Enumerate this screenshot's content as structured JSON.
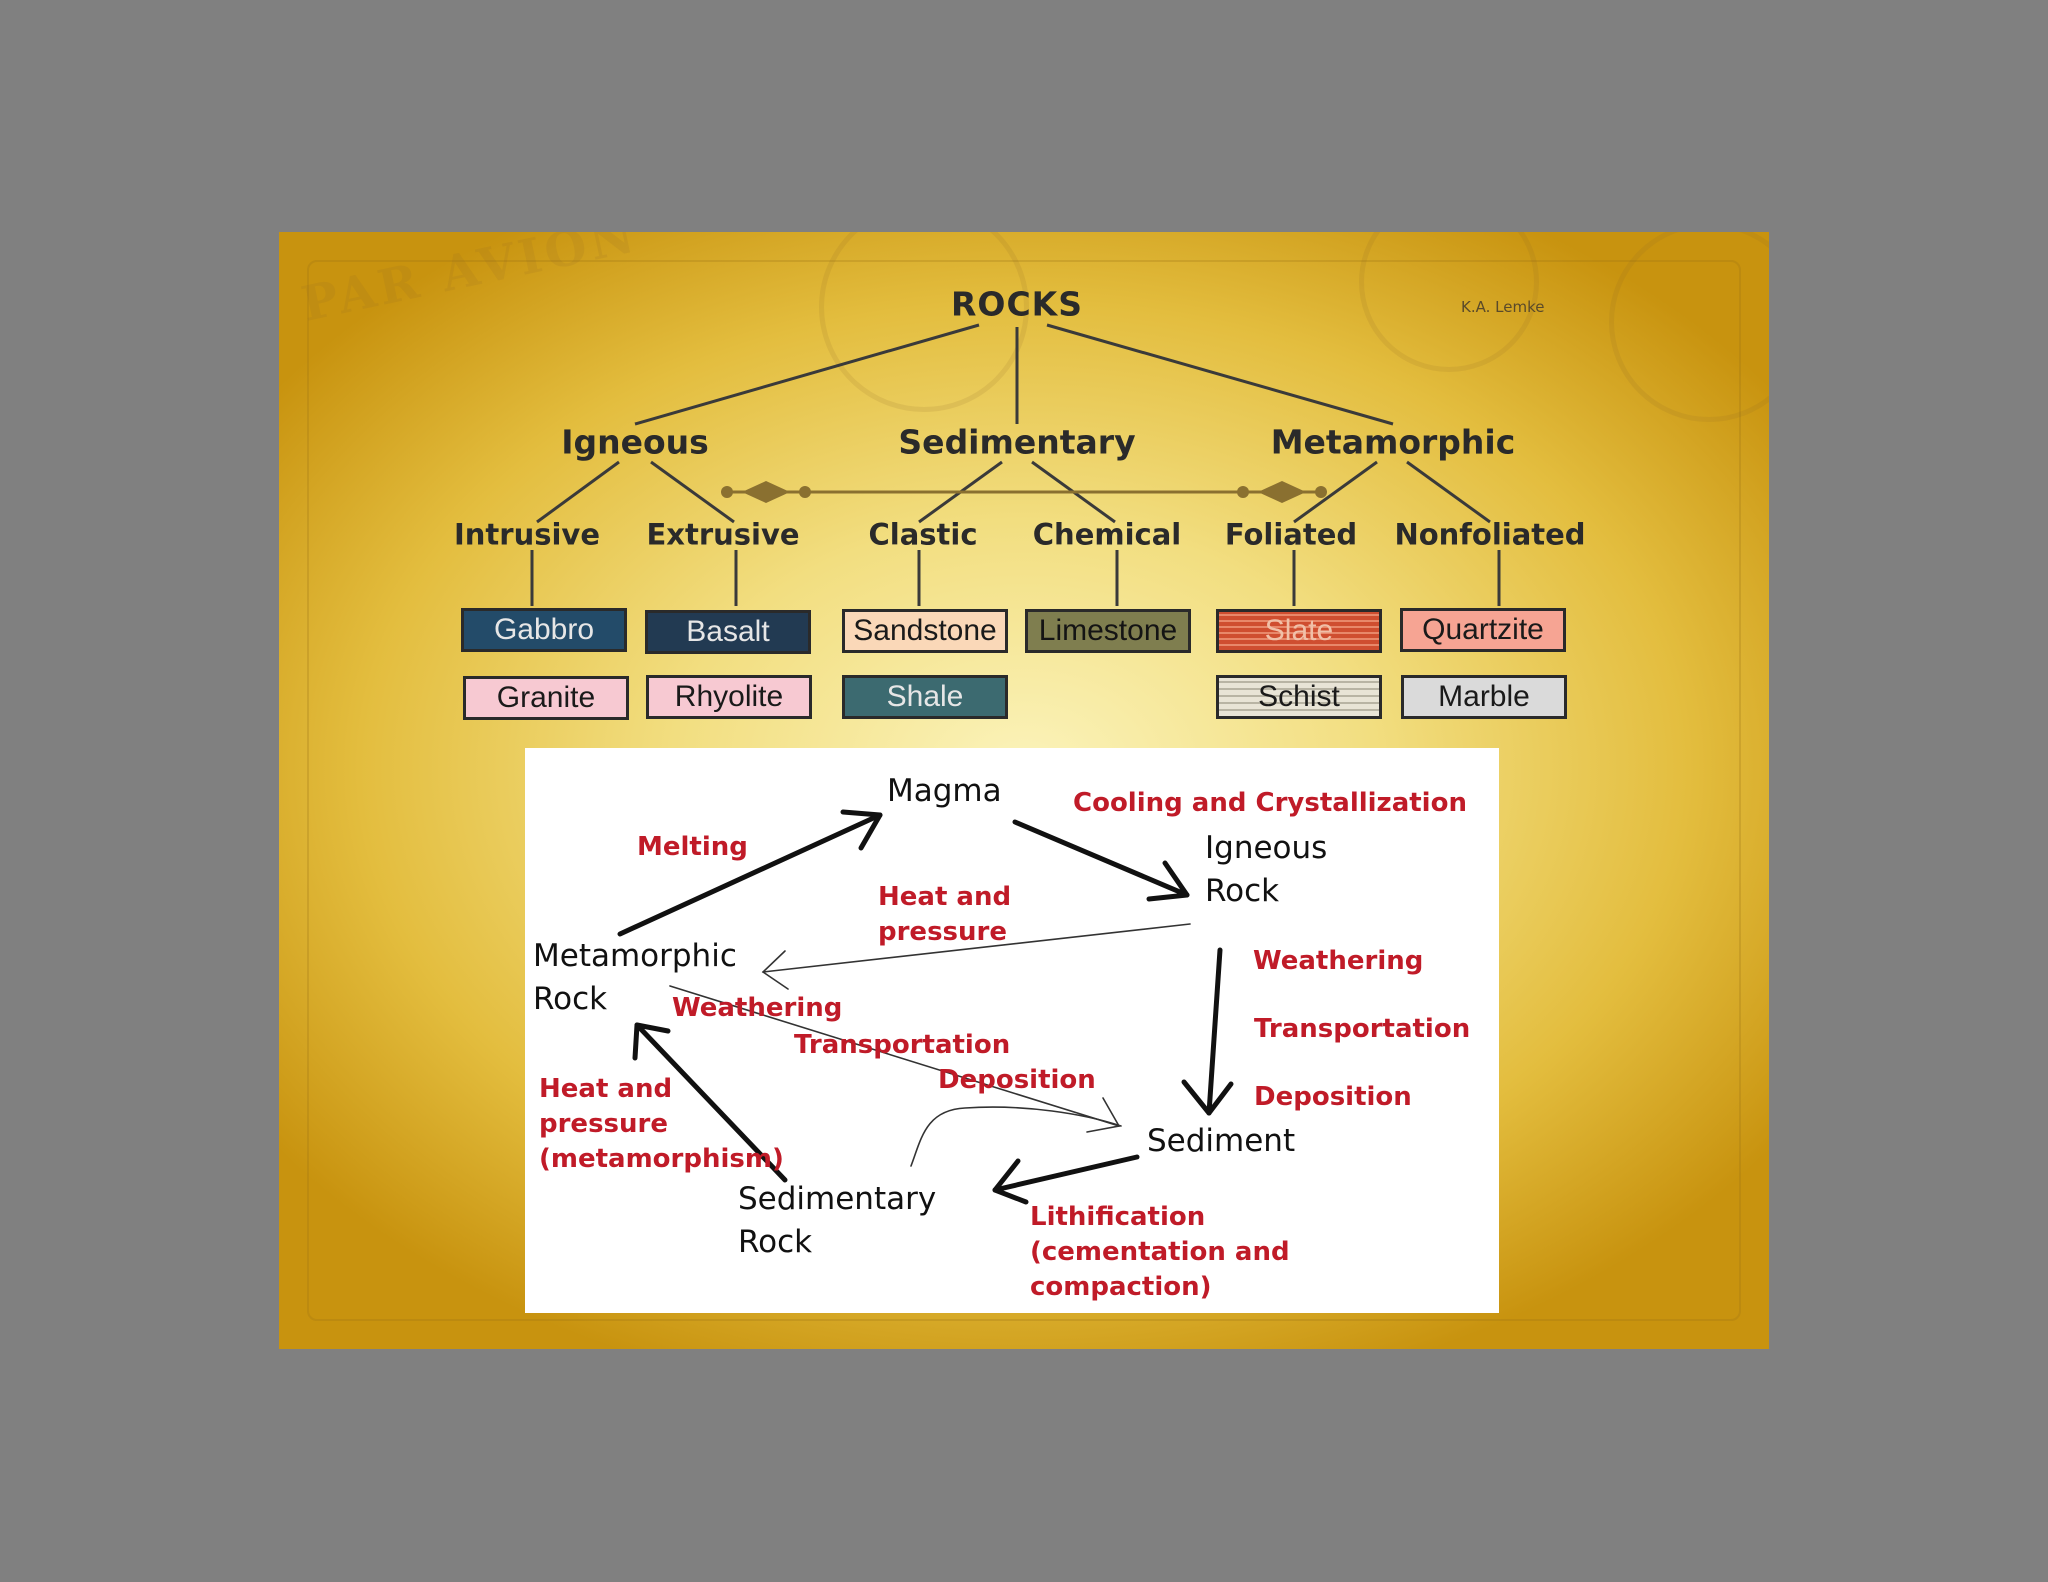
{
  "credit": "K.A. Lemke",
  "tree": {
    "root": "ROCKS",
    "categories": {
      "igneous": "Igneous",
      "sedimentary": "Sedimentary",
      "metamorphic": "Metamorphic"
    },
    "subtypes": {
      "intrusive": "Intrusive",
      "extrusive": "Extrusive",
      "clastic": "Clastic",
      "chemical": "Chemical",
      "foliated": "Foliated",
      "nonfoliated": "Nonfoliated"
    },
    "examples": {
      "gabbro": {
        "label": "Gabbro",
        "bg": "#234b69",
        "color": "#e6e6e6"
      },
      "granite": {
        "label": "Granite",
        "bg": "#f7c9d2",
        "color": "#1a1a1a"
      },
      "basalt": {
        "label": "Basalt",
        "bg": "#223a52",
        "color": "#e6e6e6"
      },
      "rhyolite": {
        "label": "Rhyolite",
        "bg": "#f7c9d2",
        "color": "#1a1a1a"
      },
      "sandstone": {
        "label": "Sandstone",
        "bg": "#fad8b8",
        "color": "#1a1a1a"
      },
      "shale": {
        "label": "Shale",
        "bg": "#3c6a70",
        "color": "#e6e6e6"
      },
      "limestone": {
        "label": "Limestone",
        "bg": "#7f7e4f",
        "color": "#141414"
      },
      "slate": {
        "label": "Slate",
        "bg": "#cf4e30",
        "color": "#f0c0a8"
      },
      "schist": {
        "label": "Schist",
        "bg": "#e8e4d6",
        "color": "#1a1a1a"
      },
      "quartzite": {
        "label": "Quartzite",
        "bg": "#f6a493",
        "color": "#1a1a1a"
      },
      "marble": {
        "label": "Marble",
        "bg": "#dadada",
        "color": "#1a1a1a"
      }
    }
  },
  "cycle": {
    "nodes": {
      "magma": "Magma",
      "igneous_rock": "Igneous\nRock",
      "metamorphic_rock": "Metamorphic\nRock",
      "sediment": "Sediment",
      "sedimentary_rock": "Sedimentary\nRock"
    },
    "processes": {
      "melting": "Melting",
      "cooling": "Cooling and Crystallization",
      "heat_pressure_top": "Heat and\npressure",
      "weathering_right": "Weathering",
      "transportation_right": "Transportation",
      "deposition_right": "Deposition",
      "weathering_mid": "Weathering",
      "transportation_mid": "Transportation",
      "deposition_mid": "Deposition",
      "heat_pressure_left": "Heat and\npressure\n(metamorphism)",
      "lithification": "Lithification\n(cementation and\ncompaction)"
    },
    "colors": {
      "node": "#111111",
      "process": "#c01b28"
    }
  }
}
